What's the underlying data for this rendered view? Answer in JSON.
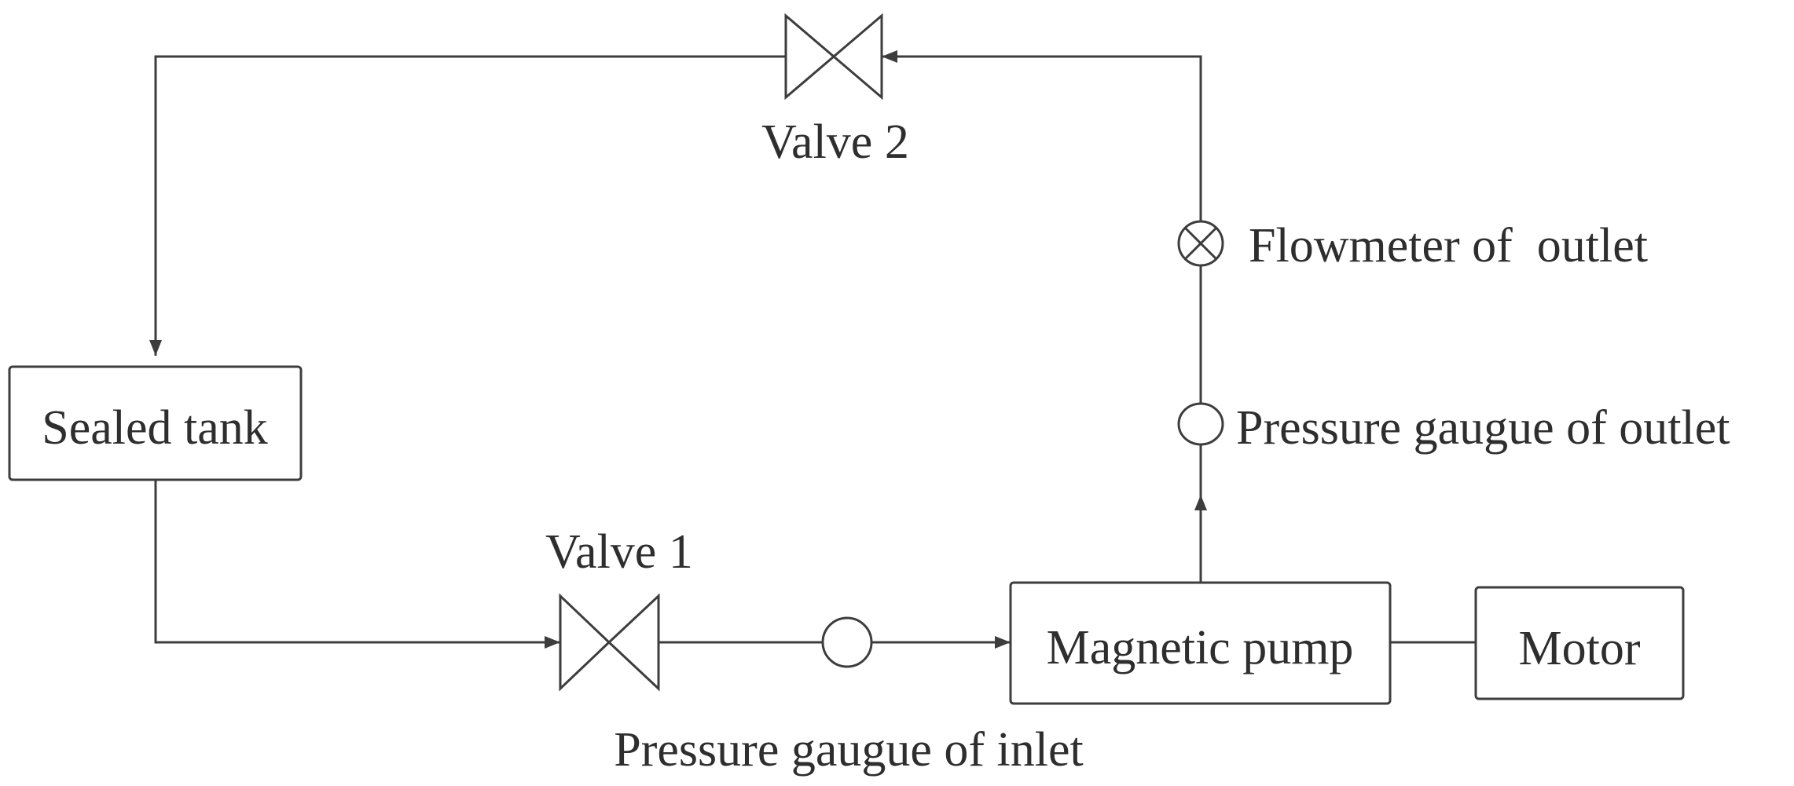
{
  "diagram": {
    "components": {
      "sealed_tank": "Sealed tank",
      "magnetic_pump": "Magnetic pump",
      "motor": "Motor"
    },
    "valves": {
      "valve_1": "Valve 1",
      "valve_2": "Valve 2"
    },
    "instruments": {
      "pressure_inlet": "Pressure gaugue of inlet",
      "pressure_outlet": "Pressure gaugue of outlet",
      "flowmeter_outlet": "Flowmeter of  outlet"
    },
    "colors": {
      "line": "#3d3d3d",
      "text": "#2e2e2e",
      "background": "#ffffff"
    }
  }
}
